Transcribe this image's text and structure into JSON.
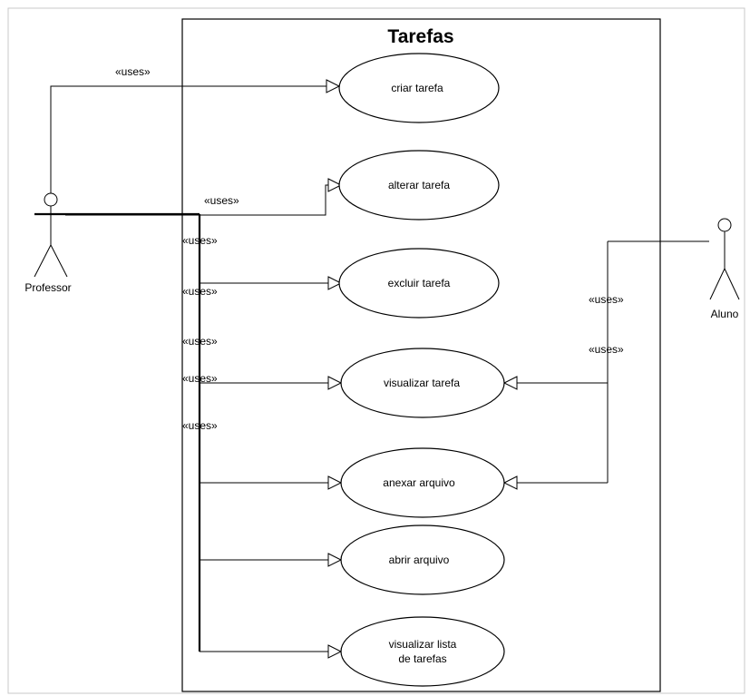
{
  "system": {
    "title": "Tarefas"
  },
  "actors": {
    "professor": "Professor",
    "aluno": "Aluno"
  },
  "use_cases": {
    "criar": "criar tarefa",
    "alterar": "alterar tarefa",
    "excluir": "excluir tarefa",
    "visualizar": "visualizar tarefa",
    "anexar": "anexar arquivo",
    "abrir": "abrir arquivo",
    "lista_line1": "visualizar lista",
    "lista_line2": "de tarefas"
  },
  "relation_label": "«uses»",
  "colors": {
    "line": "#000000",
    "frame": "#c8c8c8",
    "background": "#ffffff"
  }
}
